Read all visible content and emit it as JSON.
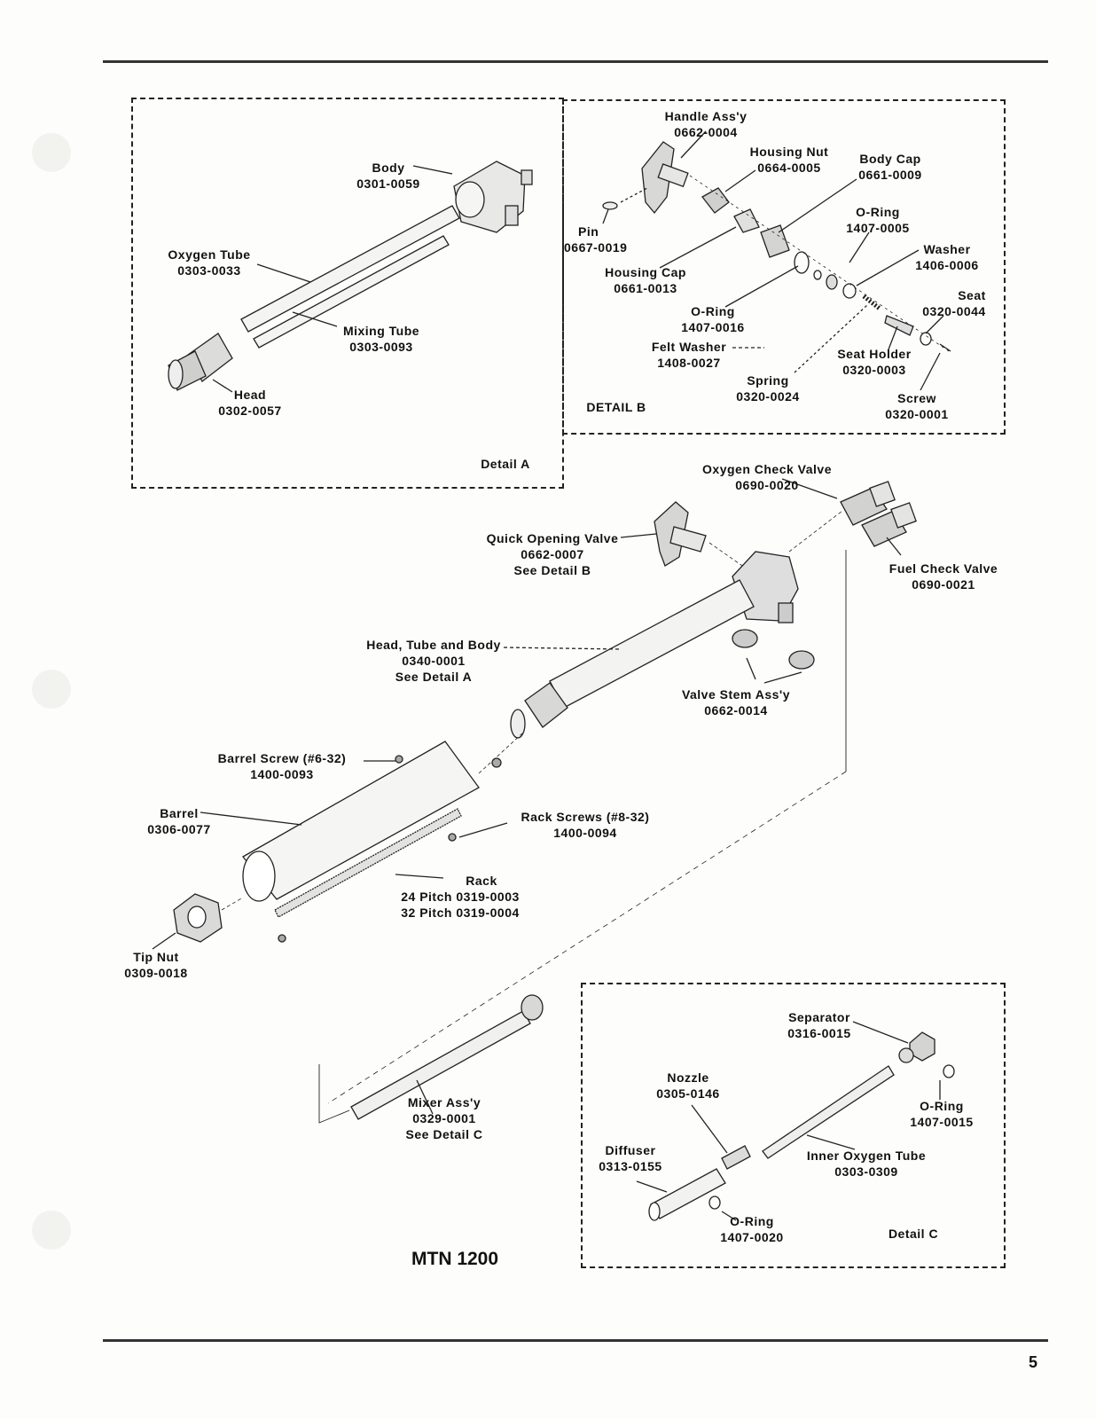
{
  "model_title": "MTN 1200",
  "page_number": "5",
  "detail_a": {
    "caption": "Detail A",
    "parts": {
      "body": {
        "name": "Body",
        "number": "0301-0059"
      },
      "oxygen_tube": {
        "name": "Oxygen Tube",
        "number": "0303-0033"
      },
      "mixing_tube": {
        "name": "Mixing Tube",
        "number": "0303-0093"
      },
      "head": {
        "name": "Head",
        "number": "0302-0057"
      }
    }
  },
  "detail_b": {
    "caption": "DETAIL B",
    "parts": {
      "handle": {
        "name": "Handle Ass'y",
        "number": "0662-0004"
      },
      "housing_nut": {
        "name": "Housing Nut",
        "number": "0664-0005"
      },
      "body_cap": {
        "name": "Body Cap",
        "number": "0661-0009"
      },
      "pin": {
        "name": "Pin",
        "number": "0667-0019"
      },
      "oring_1407_0005": {
        "name": "O-Ring",
        "number": "1407-0005"
      },
      "washer": {
        "name": "Washer",
        "number": "1406-0006"
      },
      "housing_cap": {
        "name": "Housing Cap",
        "number": "0661-0013"
      },
      "seat": {
        "name": "Seat",
        "number": "0320-0044"
      },
      "oring_1407_0016": {
        "name": "O-Ring",
        "number": "1407-0016"
      },
      "felt_washer": {
        "name": "Felt Washer",
        "number": "1408-0027"
      },
      "seat_holder": {
        "name": "Seat Holder",
        "number": "0320-0003"
      },
      "spring": {
        "name": "Spring",
        "number": "0320-0024"
      },
      "screw": {
        "name": "Screw",
        "number": "0320-0001"
      }
    }
  },
  "main": {
    "oxygen_check_valve": {
      "name": "Oxygen Check Valve",
      "number": "0690-0020"
    },
    "quick_opening_valve": {
      "name": "Quick Opening Valve",
      "number": "0662-0007",
      "note": "See Detail B"
    },
    "fuel_check_valve": {
      "name": "Fuel Check Valve",
      "number": "0690-0021"
    },
    "head_tube_body": {
      "name": "Head, Tube and Body",
      "number": "0340-0001",
      "note": "See Detail A"
    },
    "valve_stem": {
      "name": "Valve Stem Ass'y",
      "number": "0662-0014"
    },
    "barrel_screw": {
      "name": "Barrel Screw (#6-32)",
      "number": "1400-0093"
    },
    "barrel": {
      "name": "Barrel",
      "number": "0306-0077"
    },
    "rack_screws": {
      "name": "Rack Screws (#8-32)",
      "number": "1400-0094"
    },
    "rack": {
      "name": "Rack",
      "line1": "24 Pitch 0319-0003",
      "line2": "32 Pitch 0319-0004"
    },
    "tip_nut": {
      "name": "Tip Nut",
      "number": "0309-0018"
    },
    "mixer": {
      "name": "Mixer Ass'y",
      "number": "0329-0001",
      "note": "See Detail C"
    }
  },
  "detail_c": {
    "caption": "Detail C",
    "parts": {
      "separator": {
        "name": "Separator",
        "number": "0316-0015"
      },
      "nozzle": {
        "name": "Nozzle",
        "number": "0305-0146"
      },
      "oring_1407_0015": {
        "name": "O-Ring",
        "number": "1407-0015"
      },
      "inner_oxygen_tube": {
        "name": "Inner Oxygen Tube",
        "number": "0303-0309"
      },
      "diffuser": {
        "name": "Diffuser",
        "number": "0313-0155"
      },
      "oring_1407_0020": {
        "name": "O-Ring",
        "number": "1407-0020"
      }
    }
  }
}
